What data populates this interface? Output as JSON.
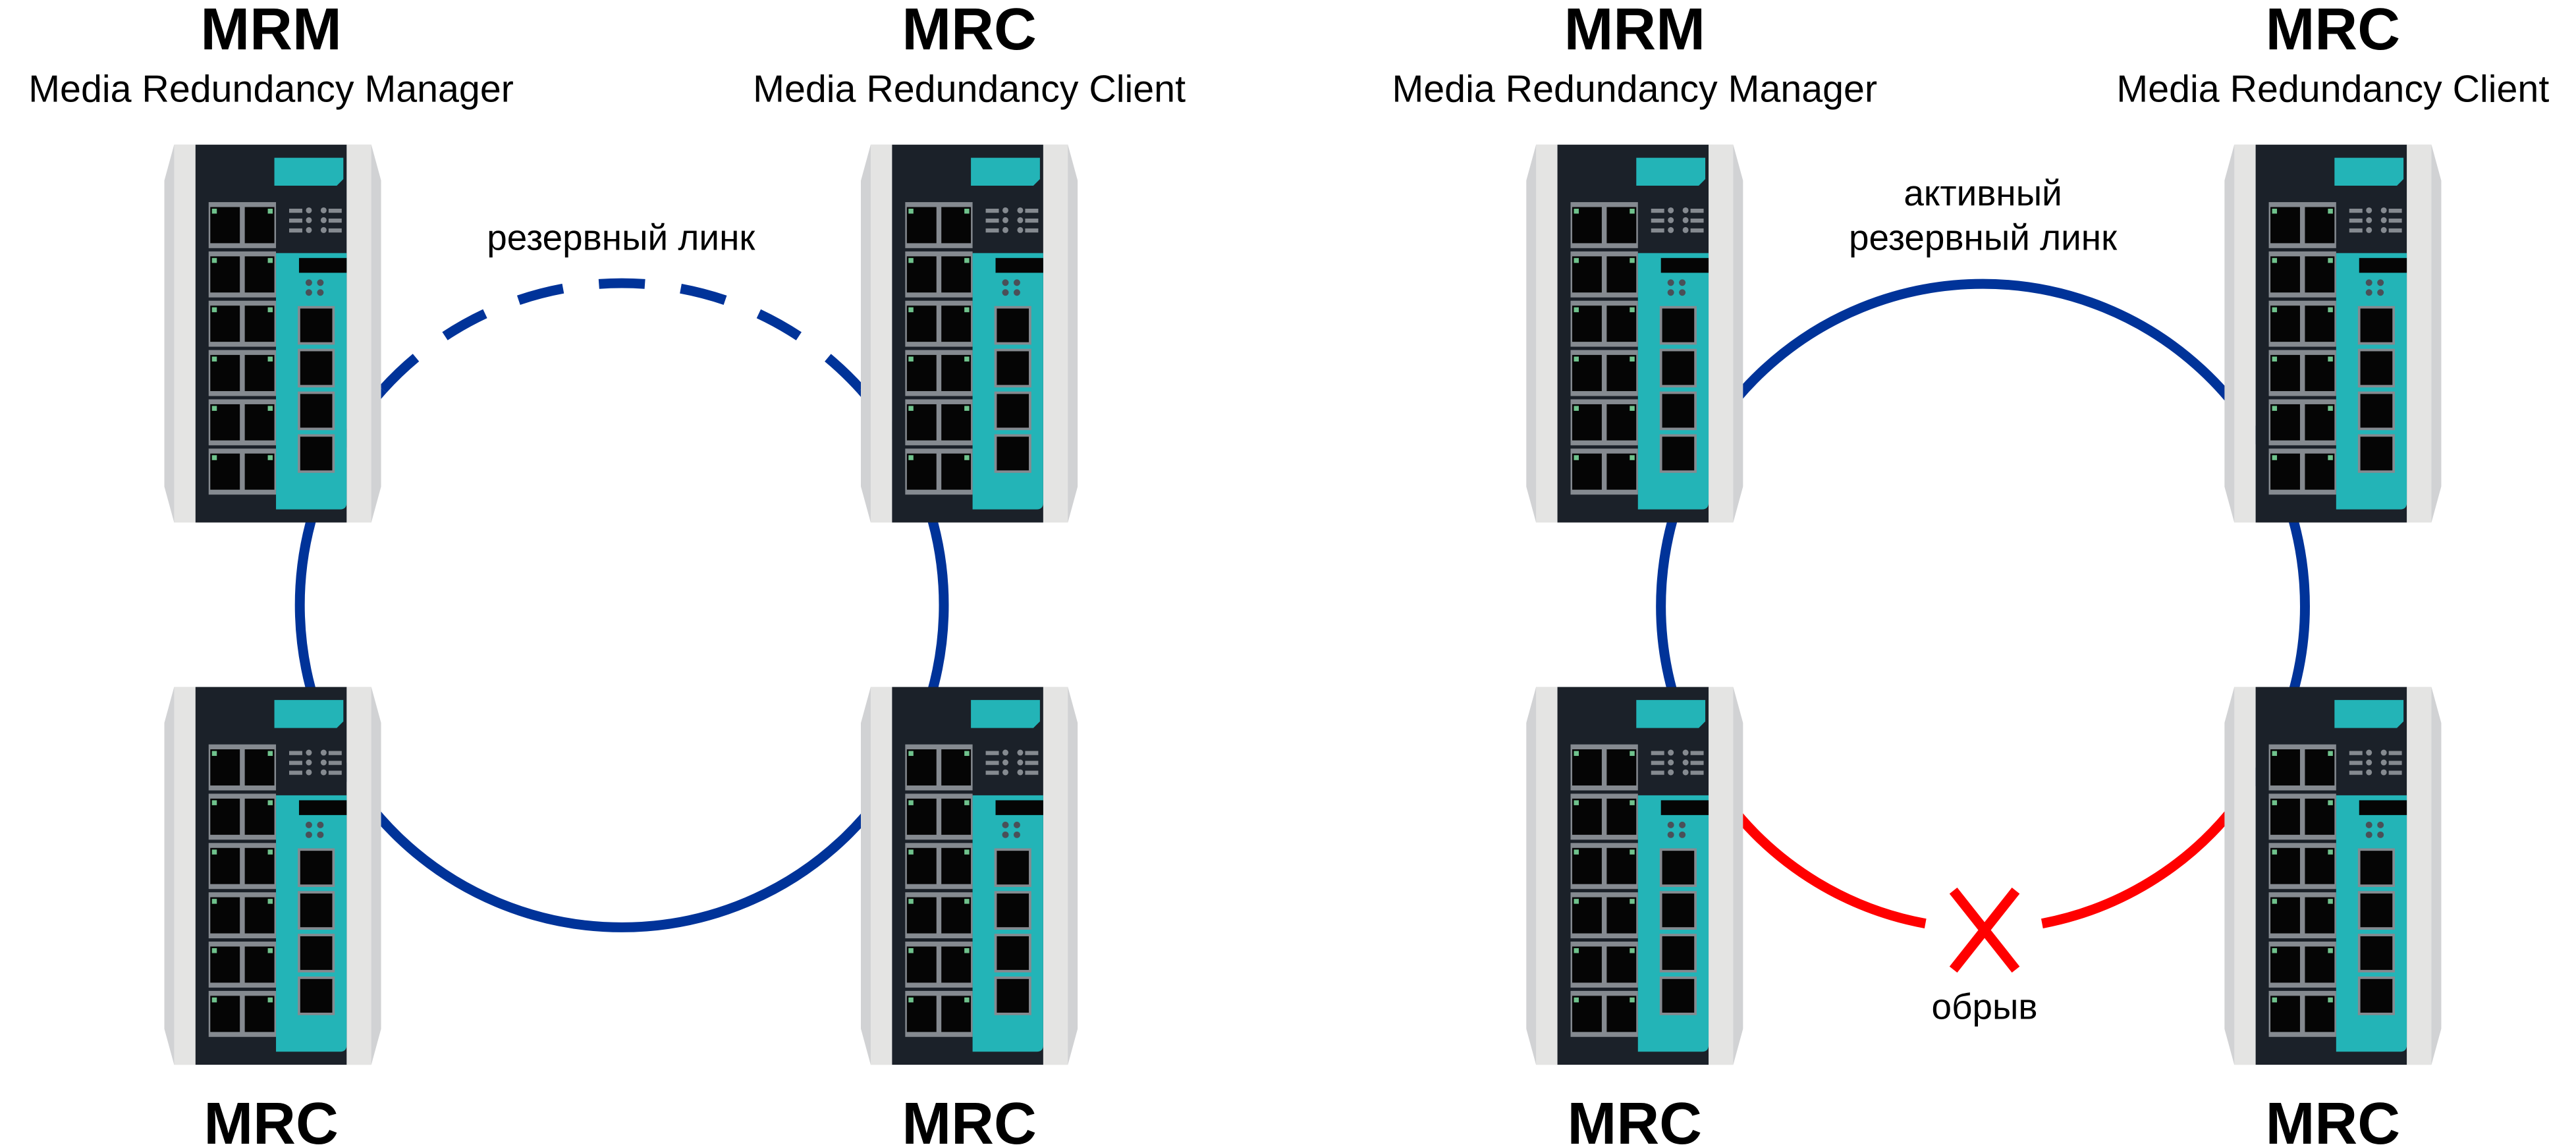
{
  "left_scheme": {
    "top_left": {
      "role": "MRM",
      "description": "Media Redundancy Manager"
    },
    "top_right": {
      "role": "MRC",
      "description": "Media Redundancy Client"
    },
    "bottom_left": {
      "role": "MRC"
    },
    "bottom_right": {
      "role": "MRC"
    },
    "link_label": "резервный линк"
  },
  "right_scheme": {
    "top_left": {
      "role": "MRM",
      "description": "Media Redundancy Manager"
    },
    "top_right": {
      "role": "MRC",
      "description": "Media Redundancy Client"
    },
    "bottom_left": {
      "role": "MRC"
    },
    "bottom_right": {
      "role": "MRC"
    },
    "link_label_line1": "активный",
    "link_label_line2": "резервный линк",
    "break_label": "обрыв"
  },
  "colors": {
    "ring": "#003399",
    "break": "#ff0000",
    "switch_body": "#1b2129",
    "switch_accent": "#23b4b7"
  }
}
